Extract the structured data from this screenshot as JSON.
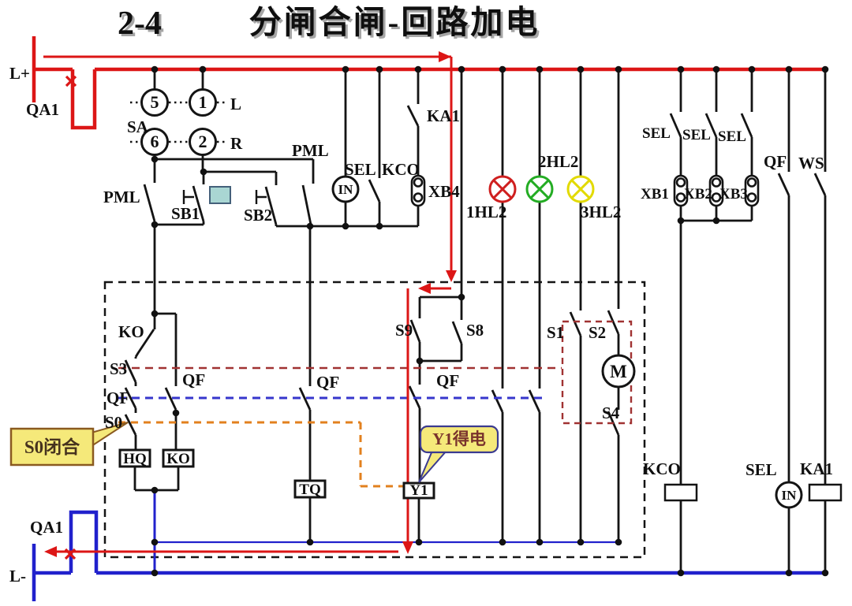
{
  "title": {
    "number": "2-4",
    "text": "分闸合闸-回路加电"
  },
  "rails": {
    "l_plus": "L+",
    "l_minus": "L-",
    "qa1_top": "QA1",
    "qa1_bottom": "QA1"
  },
  "selector": {
    "name": "SA",
    "c5": "5",
    "c1": "1",
    "c6": "6",
    "c2": "2",
    "pos_left": "L",
    "pos_right": "R"
  },
  "top_row": {
    "pml_left": "PML",
    "sb1": "SB1",
    "sb2": "SB2",
    "pml_right": "PML",
    "sel": "SEL",
    "in": "IN",
    "kco": "KCO",
    "ka1": "KA1",
    "xb4": "XB4"
  },
  "lamps": {
    "hl1": {
      "label": "1HL2",
      "color": "#cf1f1f"
    },
    "hl2": {
      "label": "2HL2",
      "color": "#23ac23"
    },
    "hl3": {
      "label": "3HL2",
      "color": "#e2da00"
    }
  },
  "right_group": {
    "sel1": "SEL",
    "sel2": "SEL",
    "sel3": "SEL",
    "xb1": "XB1",
    "xb2": "XB2",
    "xb3": "XB3",
    "qf": "QF",
    "ws": "WS"
  },
  "interlock_box": {
    "ko_contact": "KO",
    "s3": "S3",
    "qf_hq": "QF",
    "s0": "S0",
    "qf_ko": "QF",
    "hq_coil": "HQ",
    "ko_coil": "KO",
    "qf_tq": "QF",
    "tq_coil": "TQ",
    "s9": "S9",
    "s8": "S8",
    "qf_y1": "QF",
    "y1_coil": "Y1",
    "s1": "S1",
    "s2": "S2",
    "s4": "S4",
    "motor": "M"
  },
  "bottom_row": {
    "kco": "KCO",
    "sel": "SEL",
    "in": "IN",
    "ka1": "KA1"
  },
  "callouts": {
    "s0_closed": "S0闭合",
    "y1_energized": "Y1得电"
  },
  "colors": {
    "wire_red": "#dc1616",
    "wire_blue": "#2121cc",
    "rail_navy": "#20208e",
    "link_brown": "#a03232",
    "link_blue": "#3636cc",
    "link_orange": "#e2801e",
    "callout_fill": "#f5e97a",
    "teal_block": "#a9d6d3"
  }
}
